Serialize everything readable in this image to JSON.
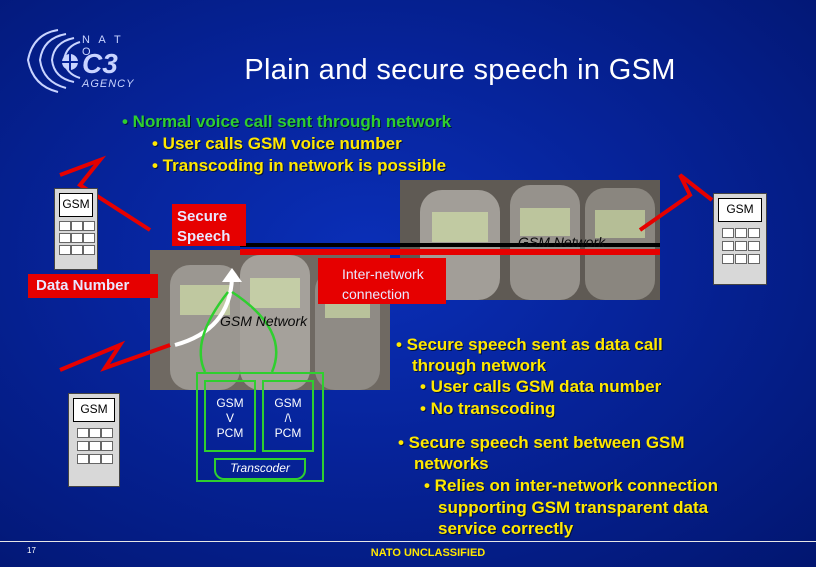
{
  "logo": {
    "top_text": "N A T O",
    "mid_text": "C3",
    "bottom_text": "AGENCY"
  },
  "title": "Plain and secure speech in GSM",
  "top_bullets": {
    "main": "• Normal voice call sent through network",
    "sub1": "• User calls GSM voice number",
    "sub2": "• Transcoding in network is possible"
  },
  "phones": {
    "top_left": "GSM",
    "top_right": "GSM",
    "bottom_left": "GSM"
  },
  "labels": {
    "secure_speech": "Secure\nSpeech",
    "data_number": "Data  Number",
    "inter_network": "Inter-network\nconnection",
    "gsm_network_right": "GSM Network",
    "gsm_network_left": "GSM Network"
  },
  "transcoder": {
    "left_box": "GSM\nV\nPCM",
    "right_box": "GSM\n/\\\nPCM",
    "label": "Transcoder"
  },
  "right_bullets": {
    "b1_main": "• Secure speech sent as data call",
    "b1_cont": "through network",
    "b1_sub1": "• User calls GSM data number",
    "b1_sub2": "• No transcoding",
    "b2_main": "• Secure speech sent between GSM",
    "b2_cont": "networks",
    "b2_sub1": "• Relies on inter-network connection",
    "b2_sub1_cont1": "supporting GSM transparent data",
    "b2_sub1_cont2": "service correctly"
  },
  "footer": {
    "page_number": "17",
    "classification": "NATO UNCLASSIFIED"
  },
  "colors": {
    "green": "#2fcf2f",
    "yellow": "#ffe800",
    "red": "#e60000",
    "background": "#062399"
  }
}
